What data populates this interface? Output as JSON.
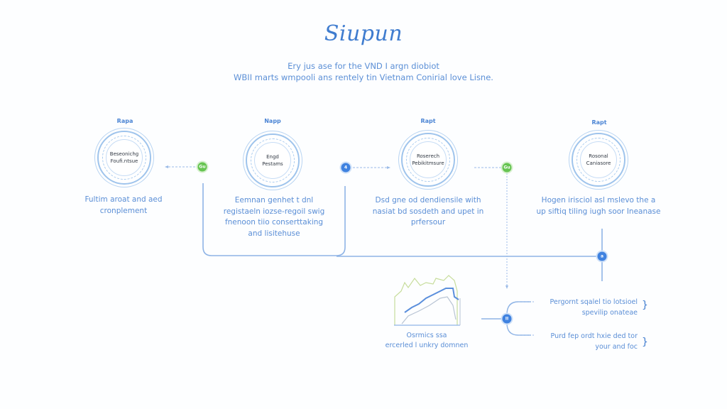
{
  "header": {
    "title": "Siupun",
    "subtitle_line1": "Ery jus ase for the VND I argn diobiot",
    "subtitle_line2": "WBII marts wmpooli ans rentely tin Vietnam Conirial love Lisne."
  },
  "steps": [
    {
      "tag": "Rapa",
      "ring_line1": "Beseonichg",
      "ring_line2": "Foufi.ntsue",
      "description": [
        "Fultim aroat and aed",
        "cronplement"
      ]
    },
    {
      "tag": "Napp",
      "ring_line1": "Engd",
      "ring_line2": "Pestams",
      "description": [
        "Eemnan genhet t dnl",
        "registaeln iozse-regoil swig",
        "fnenoon tiio conserttaking",
        "and lisitehuse"
      ]
    },
    {
      "tag": "Rapt",
      "ring_line1": "Roserech",
      "ring_line2": "Pebikitmsure",
      "description": [
        "Dsd gne od dendiensile with",
        "nasiat bd sosdeth and upet in",
        "prfersour"
      ]
    },
    {
      "tag": "Rapt",
      "ring_line1": "Rosonal",
      "ring_line2": "Caniasore",
      "description": [
        "Hogen irisciol asl mslevo the a",
        "up siftiq tiling iugh soor Ineanase"
      ]
    }
  ],
  "nodes": {
    "node1_glyph": "Gu",
    "node2_glyph": "4",
    "node3_glyph": "Gu",
    "junction_glyph": "a",
    "branch_glyph": "II"
  },
  "chart_block": {
    "caption_line1": "Osrmics ssa",
    "caption_line2": "ercerled l unkry domnen"
  },
  "branches": [
    {
      "line1": "Pergornt sqalel tio lotsioel",
      "line2": "spevilip onateae"
    },
    {
      "line1": "Purd fep ordt hxie ded tor",
      "line2": "your and foc"
    }
  ],
  "colors": {
    "accent_blue": "#3f82e0",
    "accent_green": "#66c451",
    "line_blue": "#8fb4e6",
    "text_blue": "#5a8ed6"
  }
}
